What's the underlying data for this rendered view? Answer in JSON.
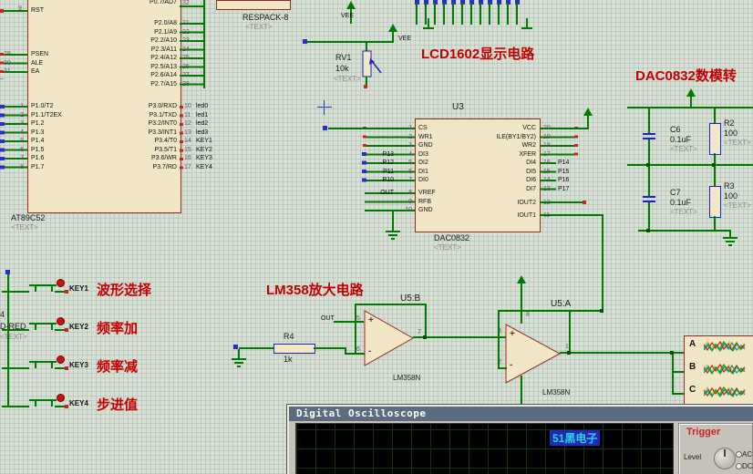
{
  "titles": {
    "lcd": "LCD1602显示电路",
    "dac": "DAC0832数模转",
    "lm358": "LM358放大电路"
  },
  "mcu": {
    "part": "AT89C52",
    "text_placeholder": "<TEXT>",
    "rst": {
      "num": "9",
      "label": "RST"
    },
    "left_ctrl": [
      {
        "num": "29",
        "label": "PSEN"
      },
      {
        "num": "30",
        "label": "ALE"
      },
      {
        "num": "31",
        "label": "EA"
      }
    ],
    "p0": {
      "num": "32",
      "label": "P0.7/AD7"
    },
    "p2": [
      {
        "num": "21",
        "label": "P2.0/A8"
      },
      {
        "num": "22",
        "label": "P2.1/A9"
      },
      {
        "num": "23",
        "label": "P2.2/A10"
      },
      {
        "num": "24",
        "label": "P2.3/A11"
      },
      {
        "num": "25",
        "label": "P2.4/A12"
      },
      {
        "num": "26",
        "label": "P2.5/A13"
      },
      {
        "num": "27",
        "label": "P2.6/A14"
      },
      {
        "num": "28",
        "label": "P2.7/A15"
      }
    ],
    "p1": [
      {
        "num": "1",
        "label": "P1.0/T2"
      },
      {
        "num": "2",
        "label": "P1.1/T2EX"
      },
      {
        "num": "3",
        "label": "P1.2"
      },
      {
        "num": "4",
        "label": "P1.3"
      },
      {
        "num": "5",
        "label": "P1.4"
      },
      {
        "num": "6",
        "label": "P1.5"
      },
      {
        "num": "7",
        "label": "P1.6"
      },
      {
        "num": "8",
        "label": "P1.7"
      }
    ],
    "p3": [
      {
        "num": "10",
        "label": "P3.0/RXD",
        "net": "led0"
      },
      {
        "num": "11",
        "label": "P3.1/TXD",
        "net": "led1"
      },
      {
        "num": "12",
        "label": "P3.2/INT0",
        "net": "led2"
      },
      {
        "num": "13",
        "label": "P3.3/INT1",
        "net": "led3"
      },
      {
        "num": "14",
        "label": "P3.4/T0",
        "net": "KEY1"
      },
      {
        "num": "15",
        "label": "P3.5/T1",
        "net": "KEY2"
      },
      {
        "num": "16",
        "label": "P3.6/WR",
        "net": "KEY3"
      },
      {
        "num": "17",
        "label": "P3.7/RD",
        "net": "KEY4"
      }
    ]
  },
  "respack": {
    "part": "RESPACK-8",
    "text": "<TEXT>"
  },
  "rv1": {
    "ref": "RV1",
    "value": "10k",
    "text": "<TEXT>"
  },
  "power": {
    "vee_a": "VEE",
    "vee_b": "VEE"
  },
  "dac_chip": {
    "ref": "U3",
    "part": "DAC0832",
    "text": "<TEXT>",
    "left_a": [
      {
        "num": "1",
        "name": "CS",
        "net": ""
      },
      {
        "num": "2",
        "name": "WR1",
        "net": ""
      },
      {
        "num": "3",
        "name": "GND",
        "net": ""
      },
      {
        "num": "4",
        "name": "DI3",
        "net": "P13"
      },
      {
        "num": "5",
        "name": "DI2",
        "net": "P12"
      },
      {
        "num": "6",
        "name": "DI1",
        "net": "P11"
      },
      {
        "num": "7",
        "name": "DI0",
        "net": "P10"
      }
    ],
    "left_b": [
      {
        "num": "8",
        "name": "VREF",
        "net": "OUT"
      },
      {
        "num": "9",
        "name": "RFB",
        "net": ""
      },
      {
        "num": "10",
        "name": "GND",
        "net": ""
      }
    ],
    "right_a": [
      {
        "num": "20",
        "name": "VCC",
        "net": ""
      },
      {
        "num": "19",
        "name": "ILE(BY1/BY2)",
        "net": ""
      },
      {
        "num": "18",
        "name": "WR2",
        "net": ""
      },
      {
        "num": "17",
        "name": "XFER",
        "net": ""
      },
      {
        "num": "16",
        "name": "DI4",
        "net": "P14"
      },
      {
        "num": "15",
        "name": "DI5",
        "net": "P15"
      },
      {
        "num": "14",
        "name": "DI6",
        "net": "P16"
      },
      {
        "num": "13",
        "name": "DI7",
        "net": "P17"
      }
    ],
    "right_b": [
      {
        "num": "12",
        "name": "IOUT2",
        "net": ""
      },
      {
        "num": "11",
        "name": "IOUT1",
        "net": ""
      }
    ]
  },
  "rc": {
    "c6": {
      "ref": "C6",
      "value": "0.1uF",
      "text": "<TEXT>"
    },
    "c7": {
      "ref": "C7",
      "value": "0.1uF",
      "text": "<TEXT>"
    },
    "r2": {
      "ref": "R2",
      "value": "100",
      "text": "<TEXT>"
    },
    "r3": {
      "ref": "R3",
      "value": "100",
      "text": "<TEXT>"
    }
  },
  "amp": {
    "plus": "+",
    "minus": "-",
    "u5b": {
      "ref": "U5:B",
      "part": "LM358N",
      "pin_plus": "5",
      "pin_minus": "6",
      "pin_out": "7",
      "net_out": "OUT"
    },
    "u5a": {
      "ref": "U5:A",
      "part": "LM358N",
      "pin_plus": "3",
      "pin_minus": "2",
      "pin_out": "1",
      "pin_vcc": "8"
    },
    "r4": {
      "ref": "R4",
      "value": "1k"
    }
  },
  "keys": [
    {
      "ref": "KEY1",
      "label": "波形选择"
    },
    {
      "ref": "KEY2",
      "label": "频率加"
    },
    {
      "ref": "KEY3",
      "label": "频率减"
    },
    {
      "ref": "KEY4",
      "label": "步进值"
    }
  ],
  "cut_left": {
    "a": "4",
    "b": "D-RED",
    "c": "<TEXT>"
  },
  "scope_symbol": {
    "channels": [
      "A",
      "B",
      "C"
    ]
  },
  "osc_window": {
    "title": "Digital Oscilloscope",
    "watermark": "51黑电子",
    "trigger": "Trigger",
    "level": "Level",
    "ac": "AC",
    "dc": "DC"
  }
}
